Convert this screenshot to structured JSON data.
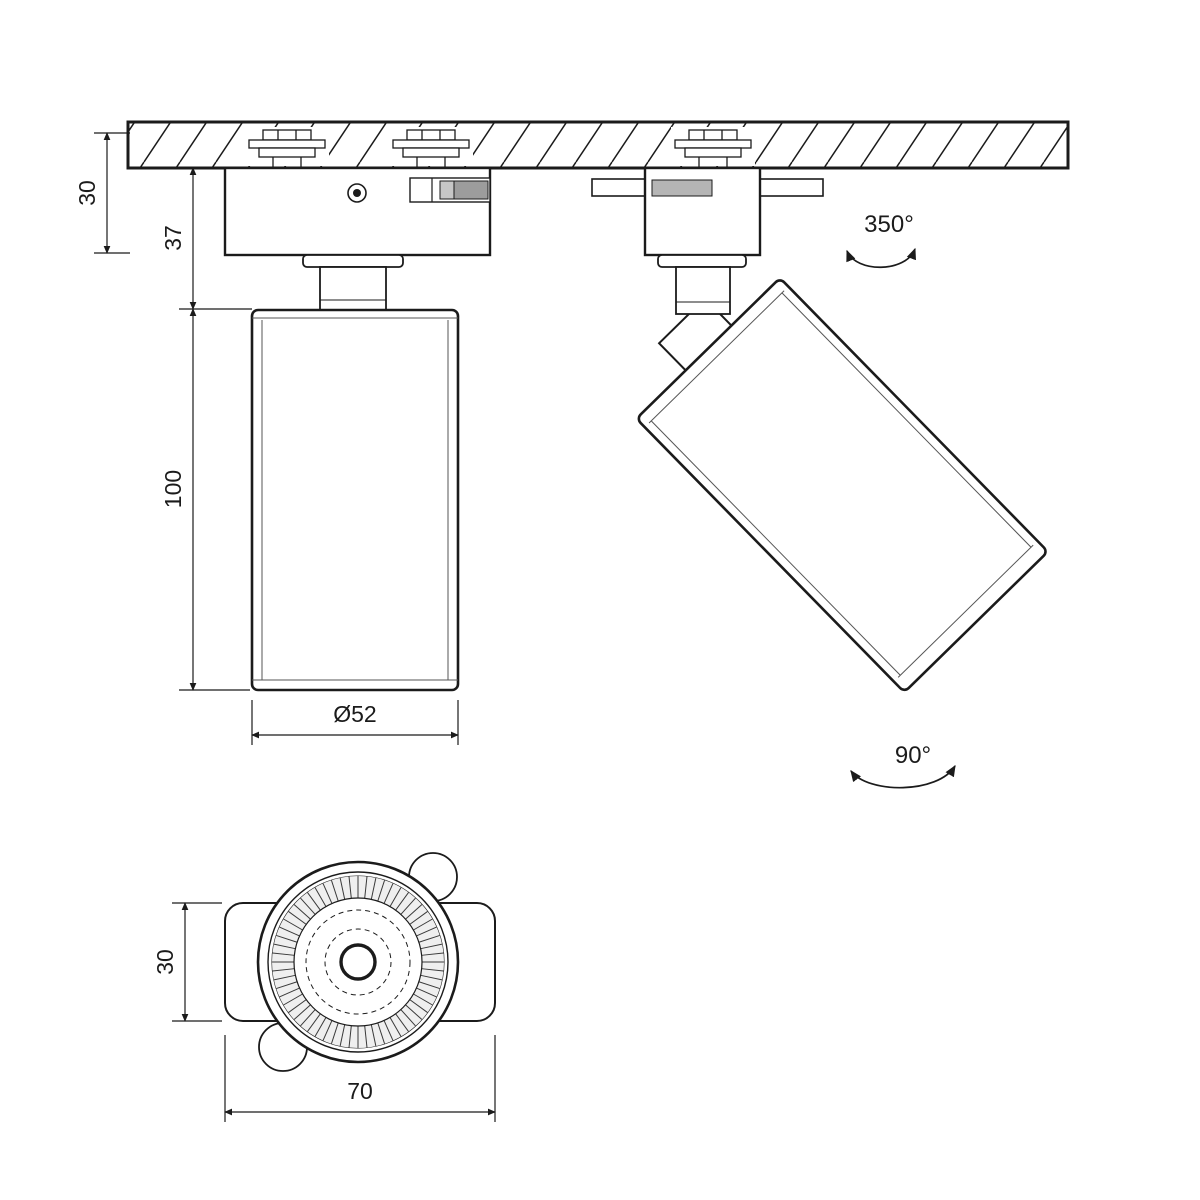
{
  "drawing": {
    "subject": "track-mounted spotlight technical dimension drawing",
    "labels": {
      "d_track": "30",
      "d_adapter": "37",
      "d_length": "100",
      "d_diameter": "Ø52",
      "d_pan": "350°",
      "d_tilt": "90°",
      "d_head_height": "30",
      "d_head_width": "70"
    },
    "colors": {
      "line": "#1b1b1b",
      "background": "#ffffff",
      "part_gray": "#9c9c9c",
      "part_gray_light": "#c6c6c6"
    }
  }
}
